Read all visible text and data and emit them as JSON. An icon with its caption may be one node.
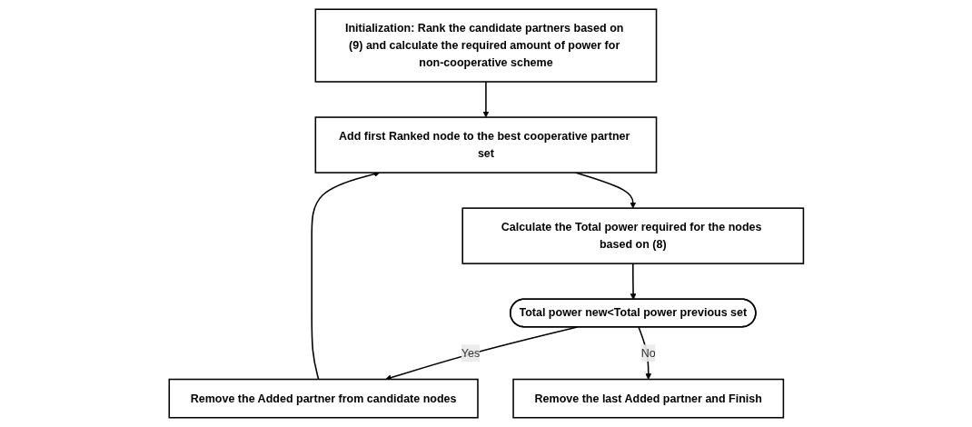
{
  "diagram": {
    "nodes": [
      {
        "text": [
          "Initialization: Rank the candidate partners based on (9) and calculate the required amount of power for non-cooperative scheme"
        ]
      },
      {
        "text": [
          "Add first Ranked node to the best cooperative partner set"
        ]
      },
      {
        "text": [
          "Calculate the Total power required for the nodes based on (8)"
        ]
      },
      {
        "text": [
          "Remove the Added partner from candidate nodes"
        ]
      },
      {
        "text": [
          "Total power new<Total power previous set"
        ]
      },
      {
        "text": [
          "Remove the last Added partner and Finish"
        ]
      }
    ],
    "edges": [
      {
        "from": 0,
        "to": 1,
        "arrow": "to"
      },
      {
        "from": 1,
        "to": 2,
        "arrow": "to"
      },
      {
        "from": 2,
        "to": 4,
        "arrow": "to"
      },
      {
        "from": 4,
        "to": 3,
        "arrow": "to",
        "label": "Yes"
      },
      {
        "from": 3,
        "to": 1,
        "arrow": "to"
      },
      {
        "from": 4,
        "to": 5,
        "arrow": "to",
        "label": "No"
      }
    ]
  }
}
